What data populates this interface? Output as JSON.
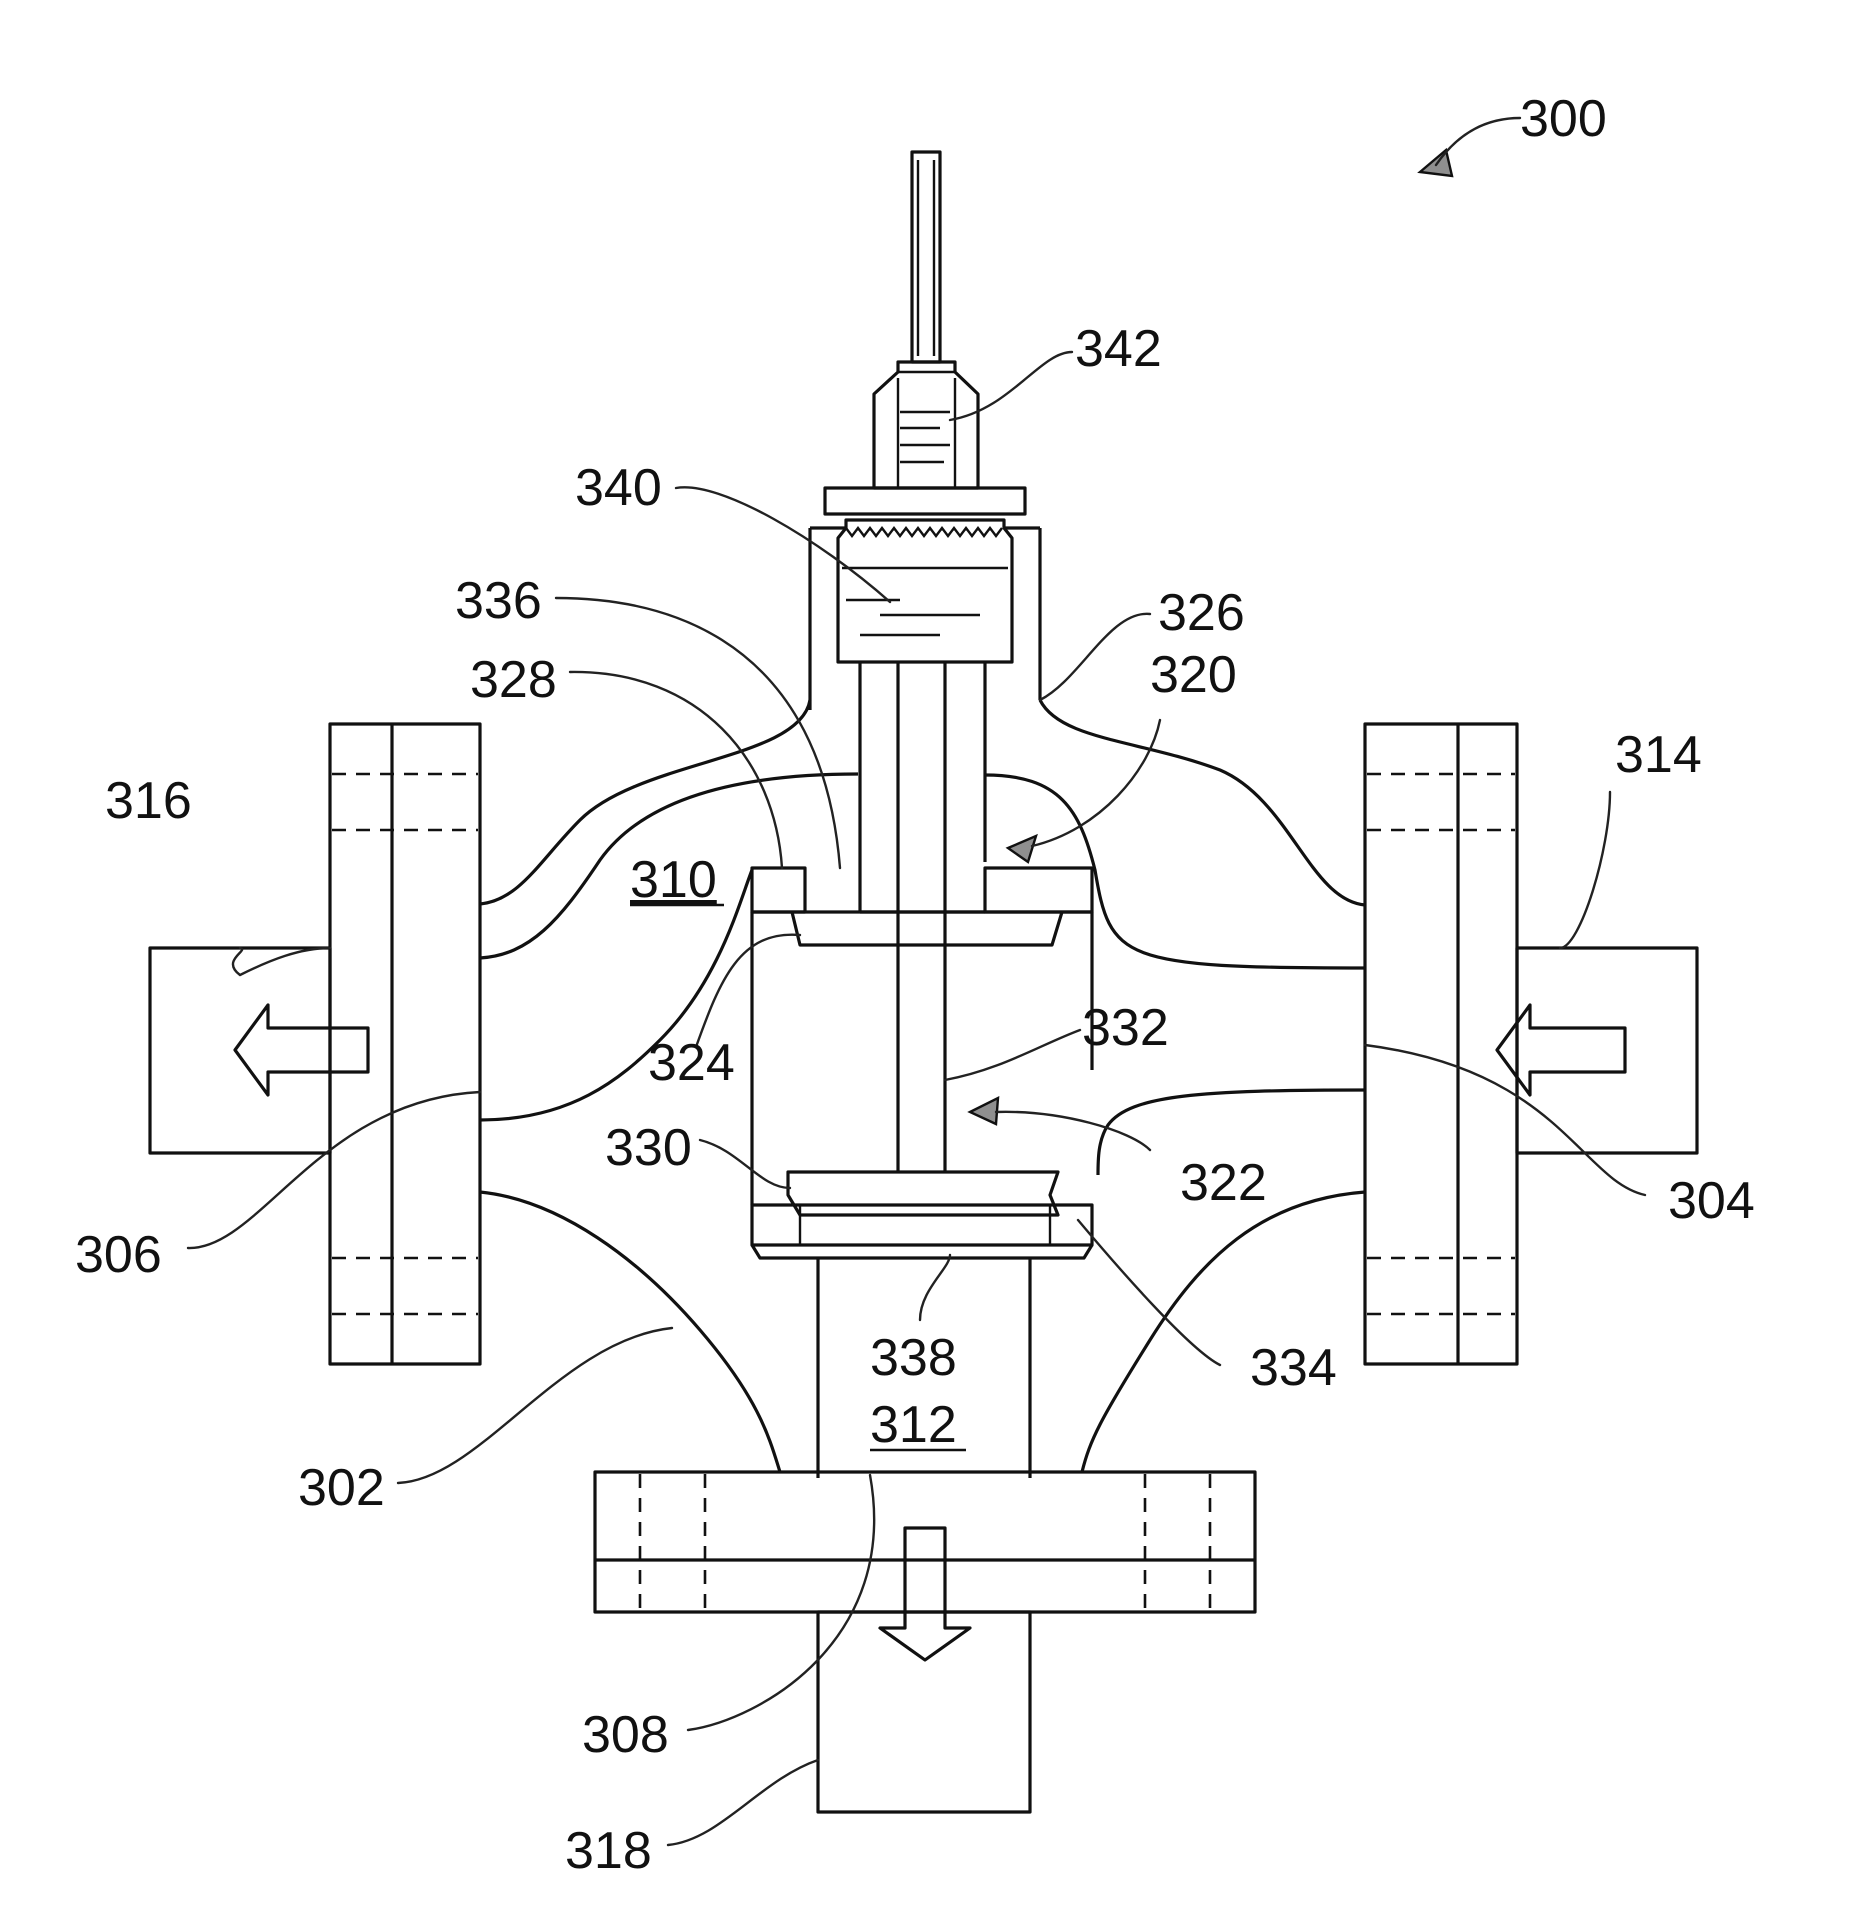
{
  "figure": {
    "labels": {
      "assembly": "300",
      "body": "302",
      "inlet_port": "304",
      "outlet_port_side": "306",
      "outlet_port_bottom": "308",
      "upper_chamber": "310",
      "lower_chamber": "312",
      "inlet_pipe": "314",
      "side_pipe": "316",
      "bottom_pipe": "318",
      "upper_seat_passage": "320",
      "lower_seat_passage": "322",
      "upper_plug": "324",
      "bonnet": "326",
      "upper_seat_ring": "328",
      "lower_plug": "330",
      "stem": "332",
      "lower_seat_ring": "334",
      "upper_seat": "336",
      "lower_seat": "338",
      "packing": "340",
      "packing_nut": "342"
    }
  }
}
